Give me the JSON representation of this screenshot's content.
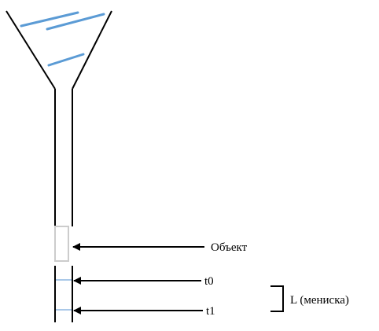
{
  "labels": {
    "object": "Объект",
    "t0": "t0",
    "t1": "t1",
    "meniscus": "L (мениска)"
  },
  "colors": {
    "outline": "#000000",
    "liquid_line": "#5b9bd5",
    "object_box": "#cccccc",
    "marker_line": "#a9c8e8"
  }
}
